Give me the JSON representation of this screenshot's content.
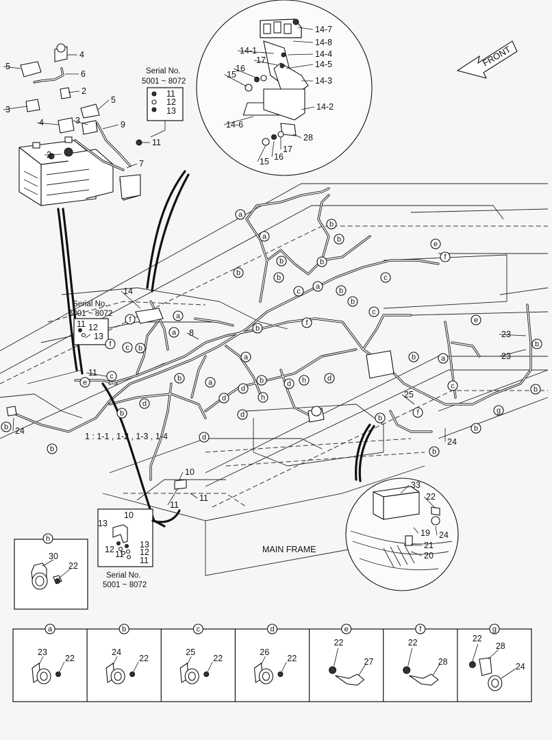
{
  "front_label": "FRONT",
  "main_frame_label": "MAIN FRAME",
  "serial_boxes": [
    {
      "title": "Serial No.",
      "range": "5001 ~ 8072"
    },
    {
      "title": "Serial No.",
      "range": "5001 ~ 8072"
    },
    {
      "title": "Serial No.",
      "range": "5001 ~ 8072"
    }
  ],
  "harness_callout": "1 : 1-1 , 1-2 , 1-3 , 1-4",
  "battery_callouts": [
    "4",
    "5",
    "6",
    "2",
    "3",
    "5",
    "4",
    "3",
    "9",
    "2",
    "7",
    "11"
  ],
  "serial_top_callouts": [
    "11",
    "12",
    "13"
  ],
  "serial_left_callouts": [
    "11",
    "12",
    "13"
  ],
  "serial_bottom_callouts": [
    "10",
    "13",
    "12",
    "11",
    "13",
    "12",
    "11"
  ],
  "top_detail_callouts": [
    "14-7",
    "14-8",
    "14-1",
    "14-4",
    "17",
    "14-5",
    "16",
    "15",
    "14-3",
    "14-2",
    "14-6",
    "28",
    "17",
    "16",
    "15"
  ],
  "br_detail_callouts": [
    "33",
    "22",
    "19",
    "24",
    "21",
    "20"
  ],
  "main_callouts": [
    "14",
    "8",
    "11",
    "24",
    "23",
    "23",
    "25",
    "24",
    "10",
    "11",
    "11"
  ],
  "bubble_letters": [
    "a",
    "b",
    "c",
    "d",
    "e",
    "f",
    "g",
    "h"
  ],
  "box_h": {
    "letter": "h",
    "parts": [
      "30",
      "22"
    ]
  },
  "legend": [
    {
      "letter": "a",
      "parts": [
        "23",
        "22"
      ]
    },
    {
      "letter": "b",
      "parts": [
        "24",
        "22"
      ]
    },
    {
      "letter": "c",
      "parts": [
        "25",
        "22"
      ]
    },
    {
      "letter": "d",
      "parts": [
        "26",
        "22"
      ]
    },
    {
      "letter": "e",
      "parts": [
        "22",
        "27"
      ]
    },
    {
      "letter": "f",
      "parts": [
        "22",
        "28"
      ]
    },
    {
      "letter": "g",
      "parts": [
        "22",
        "28",
        "24"
      ]
    }
  ]
}
